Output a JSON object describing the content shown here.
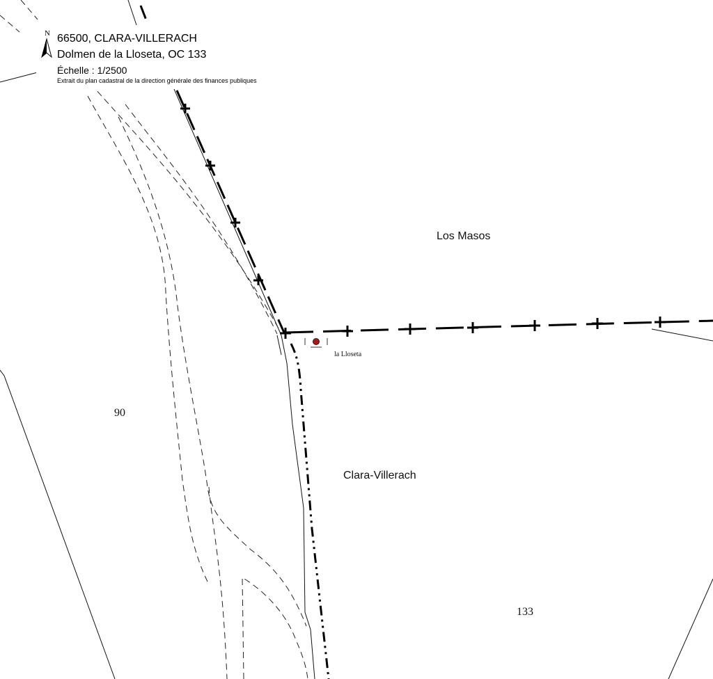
{
  "cartouche": {
    "north_letter": "N",
    "postcode_commune": "66500, CLARA-VILLERACH",
    "site": "Dolmen de la Lloseta, OC 133",
    "scale": "Échelle : 1/2500",
    "source": "Extrait du plan cadastral de la direction générale des finances publiques"
  },
  "labels": {
    "lieu_dit_north": "Los Masos",
    "commune": "Clara-Villerach",
    "site_point": "la Lloseta",
    "parcel_west": "90",
    "parcel_east": "133"
  },
  "colors": {
    "site_marker": "#b01515",
    "lines": "#000000"
  }
}
